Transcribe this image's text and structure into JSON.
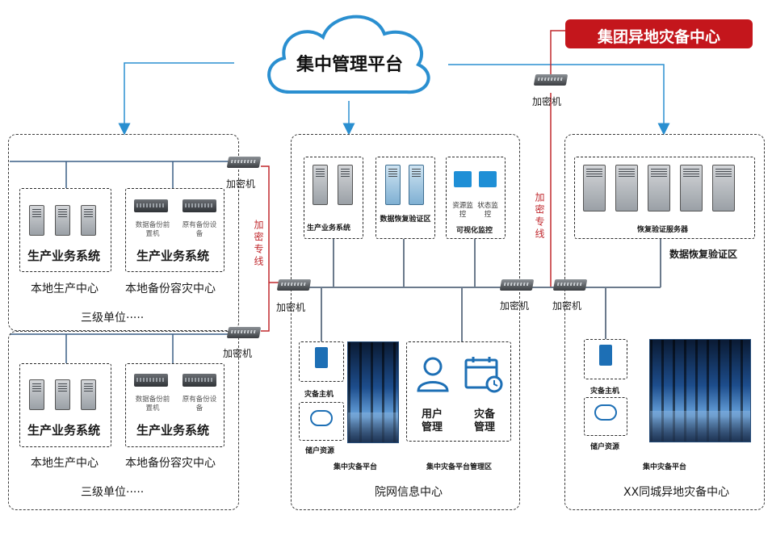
{
  "cloud": {
    "label": "集中管理平台"
  },
  "group_center": {
    "label": "集团异地灾备中心"
  },
  "encryptor_label": "加密机",
  "dedicated_line": "加密专线",
  "left_units": [
    {
      "prod_system": "生产业务系统",
      "local_center": "本地生产中心",
      "backup_device_1": "数据备份前置机",
      "backup_device_2": "原有备份设备",
      "backup_system": "生产业务系统",
      "backup_center": "本地备份容灾中心",
      "unit_label": "三级单位·····"
    },
    {
      "prod_system": "生产业务系统",
      "local_center": "本地生产中心",
      "backup_device_1": "数据备份前置机",
      "backup_device_2": "原有备份设备",
      "backup_system": "生产业务系统",
      "backup_center": "本地备份容灾中心",
      "unit_label": "三级单位·····"
    }
  ],
  "middle": {
    "prod_system": "生产业务系统",
    "recovery_zone": "数据恢复验证区",
    "monitor_resource": "资源监控",
    "monitor_status": "状态监控",
    "visual_monitor": "可视化监控",
    "dr_host": "灾备主机",
    "storage": "储户资源",
    "dr_platform": "集中灾备平台",
    "user_mgmt": "用户管理",
    "dr_mgmt": "灾备管理",
    "mgmt_zone": "集中灾备平台管理区",
    "center_label": "院网信息中心"
  },
  "right": {
    "recovery_servers": "恢复验证服务器",
    "recovery_zone": "数据恢复验证区",
    "dr_host": "灾备主机",
    "storage": "储户资源",
    "dr_platform": "集中灾备平台",
    "center_label": "XX同城异地灾备中心"
  },
  "colors": {
    "arrow": "#2a8fd0",
    "dedicated_line": "#c0282d",
    "group_box": "#c4161c",
    "bus": "#6b7a8c"
  }
}
